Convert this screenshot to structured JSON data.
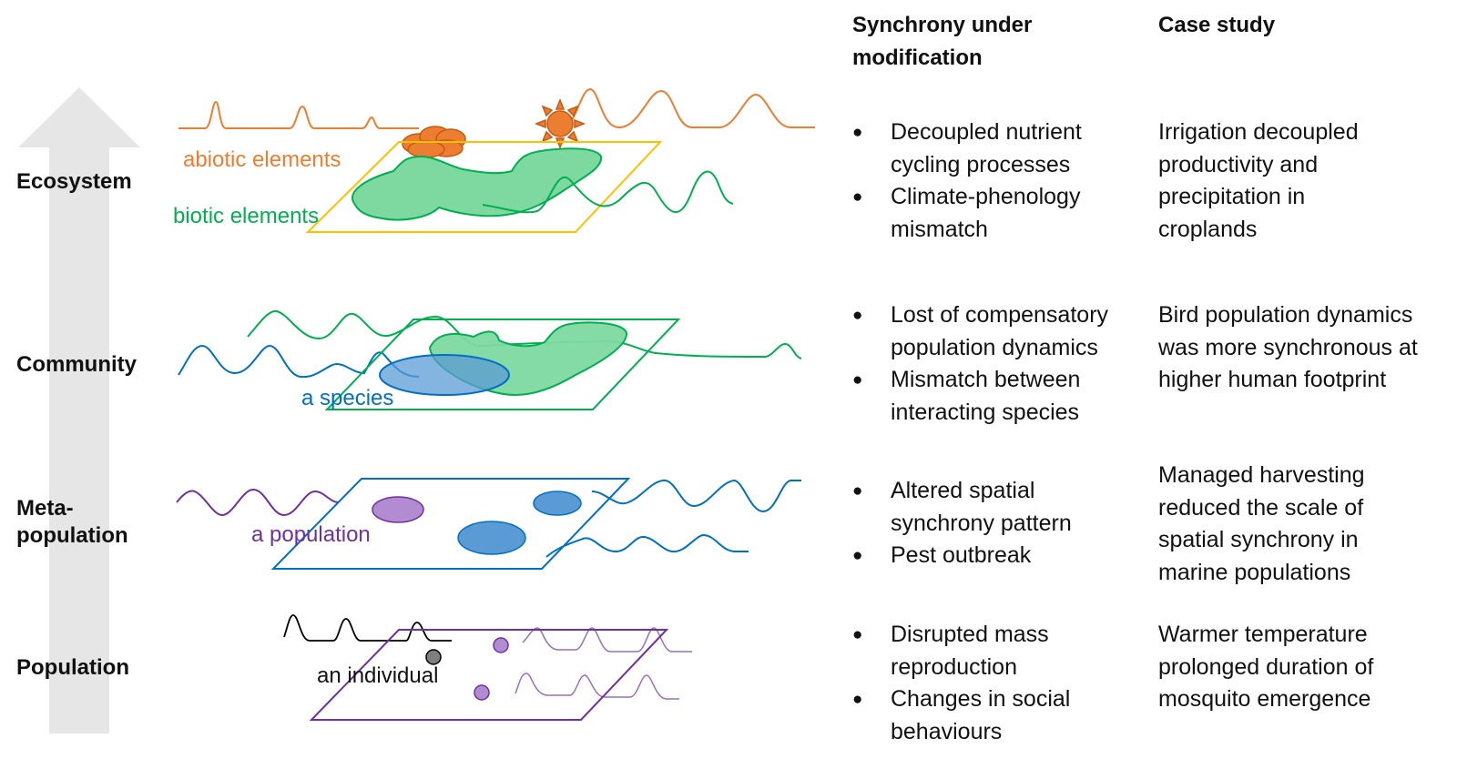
{
  "headers": {
    "synchrony": "Synchrony under modification",
    "case_study": "Case study"
  },
  "levels": [
    {
      "label": "Ecosystem",
      "bullets": [
        "Decoupled nutrient cycling processes",
        "Climate-phenology mismatch"
      ],
      "case": "Irrigation decoupled productivity and precipitation in croplands"
    },
    {
      "label": "Community",
      "bullets": [
        "Lost of compensatory population dynamics",
        "Mismatch between interacting species"
      ],
      "case": "Bird population dynamics was more synchronous at higher human footprint"
    },
    {
      "label": "Meta-population",
      "bullets": [
        "Altered spatial synchrony pattern",
        "Pest outbreak"
      ],
      "case": "Managed harvesting reduced the scale of spatial synchrony in marine populations"
    },
    {
      "label": "Population",
      "bullets": [
        "Disrupted mass reproduction",
        "Changes in social behaviours"
      ],
      "case": "Warmer temperature prolonged duration of mosquito emergence"
    }
  ],
  "annotations": {
    "abiotic": "abiotic elements",
    "biotic": "biotic elements",
    "species": "a species",
    "population": "a population",
    "individual": "an individual"
  },
  "colors": {
    "orange": "#ED7D31",
    "green": "#00B050",
    "green_fill": "#7DD9A0",
    "blue": "#0070C0",
    "blue_fill": "#5B9BD5",
    "purple": "#7030A0",
    "purple_fill": "#B28CD0",
    "yellow": "#FFC000",
    "arrow": "#E6E6E6"
  }
}
